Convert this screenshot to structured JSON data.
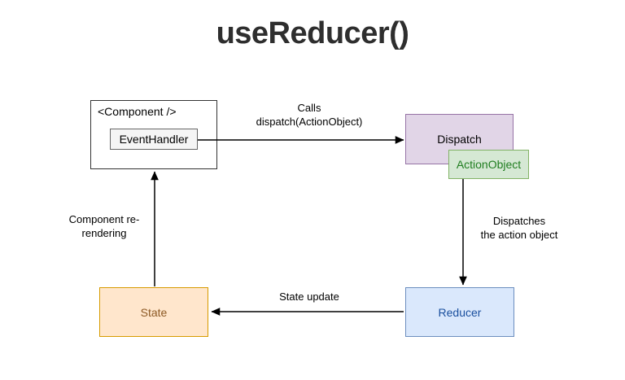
{
  "title": "useReducer()",
  "nodes": {
    "component": {
      "label": "<Component />"
    },
    "event_handler": {
      "label": "EventHandler"
    },
    "dispatch": {
      "label": "Dispatch"
    },
    "action_object": {
      "label": "ActionObject"
    },
    "reducer": {
      "label": "Reducer"
    },
    "state": {
      "label": "State"
    }
  },
  "edges": {
    "calls": {
      "line1": "Calls",
      "line2": "dispatch(ActionObject)"
    },
    "dispatches": {
      "line1": "Dispatches",
      "line2": "the action object"
    },
    "state_update": {
      "label": "State update"
    },
    "rerender": {
      "line1": "Component re-",
      "line2": "rendering"
    }
  },
  "colors": {
    "title_text": "#2e2e2e",
    "dispatch_fill": "#e1d5e7",
    "dispatch_border": "#9673a6",
    "action_object_fill": "#d5e8d4",
    "action_object_border": "#82b366",
    "action_object_text": "#1f7d1f",
    "reducer_fill": "#dae8fc",
    "reducer_border": "#6c8ebf",
    "reducer_text": "#1a4f9e",
    "state_fill": "#ffe6cc",
    "state_border": "#d79b00",
    "state_text": "#8d5a25",
    "event_handler_fill": "#f5f5f5",
    "event_handler_border": "#666666",
    "component_border": "#333333",
    "arrow": "#000000"
  }
}
